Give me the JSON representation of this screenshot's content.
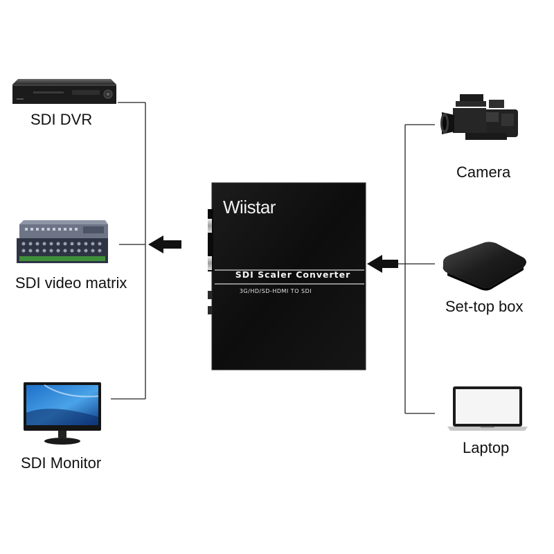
{
  "devices_left": {
    "dvr": {
      "label": "SDI DVR",
      "icon": "dvr-icon"
    },
    "matrix": {
      "label": "SDI video matrix",
      "icon": "video-matrix-icon"
    },
    "monitor": {
      "label": "SDI Monitor",
      "icon": "monitor-icon"
    }
  },
  "devices_right": {
    "camera": {
      "label": "Camera",
      "icon": "camcorder-icon"
    },
    "settop": {
      "label": "Set-top box",
      "icon": "set-top-box-icon"
    },
    "laptop": {
      "label": "Laptop",
      "icon": "laptop-icon"
    }
  },
  "converter": {
    "brand": "Wiistar",
    "title": "SDI Scaler Converter",
    "subtitle": "3G/HD/SD-HDMI TO SDI",
    "color": "#0d0d0d"
  },
  "colors": {
    "line": "#222222",
    "arrow": "#111111"
  }
}
